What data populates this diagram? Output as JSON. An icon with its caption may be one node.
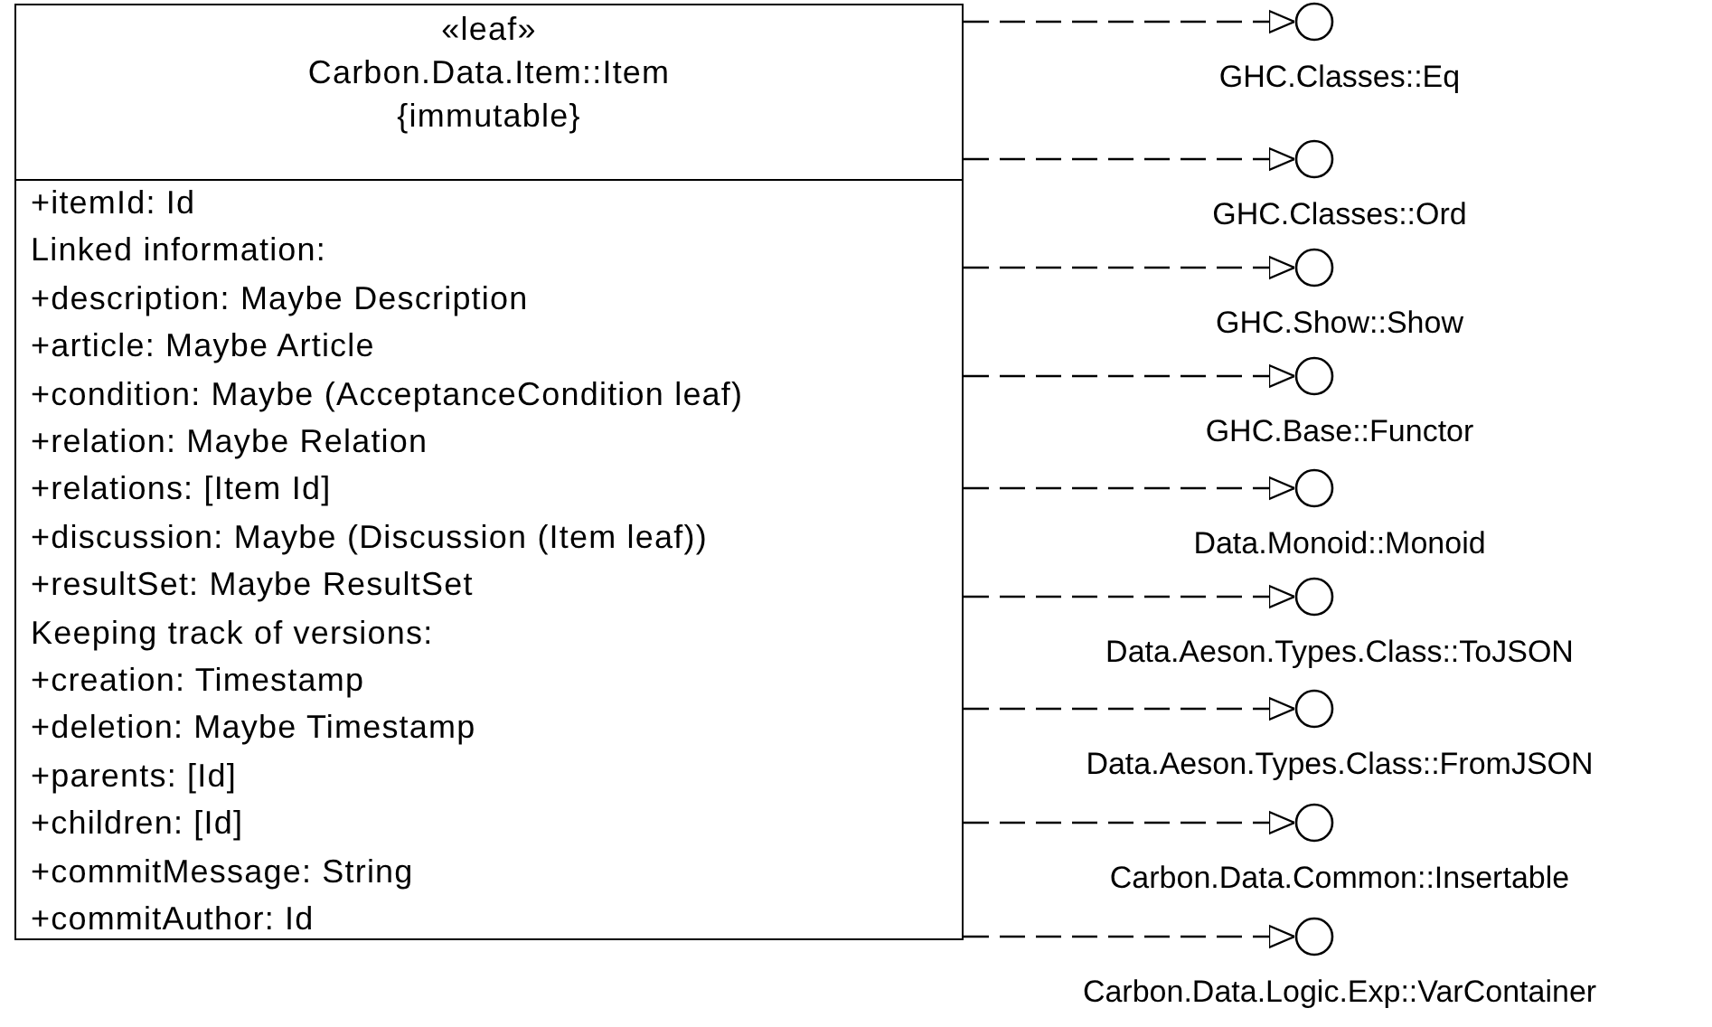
{
  "diagram": {
    "nodes": [
      {
        "text": [
          "«leaf»",
          "Carbon.Data.Item::Item",
          "{immutable}",
          "+itemId: Id",
          "Linked information:",
          "+description: Maybe Description",
          "+article: Maybe Article",
          "+condition: Maybe (AcceptanceCondition leaf)",
          "+relation: Maybe Relation",
          "+relations: [Item Id]",
          "+discussion: Maybe (Discussion (Item leaf))",
          "+resultSet: Maybe ResultSet",
          "Keeping track of versions:",
          "+creation: Timestamp",
          "+deletion: Maybe Timestamp",
          "+parents: [Id]",
          "+children: [Id]",
          "+commitMessage: String",
          "+commitAuthor: Id"
        ]
      },
      {
        "text": [],
        "shape": "circle",
        "beside": [
          "GHC.Classes::Eq"
        ]
      },
      {
        "text": [],
        "shape": "circle",
        "beside": [
          "GHC.Classes::Ord"
        ]
      },
      {
        "text": [],
        "shape": "circle",
        "beside": [
          "GHC.Show::Show"
        ]
      },
      {
        "text": [],
        "shape": "circle",
        "beside": [
          "GHC.Base::Functor"
        ]
      },
      {
        "text": [],
        "shape": "circle",
        "beside": [
          "Data.Monoid::Monoid"
        ]
      },
      {
        "text": [],
        "shape": "circle",
        "beside": [
          "Data.Aeson.Types.Class::ToJSON"
        ]
      },
      {
        "text": [],
        "shape": "circle",
        "beside": [
          "Data.Aeson.Types.Class::FromJSON"
        ]
      },
      {
        "text": [],
        "shape": "circle",
        "beside": [
          "Carbon.Data.Common::Insertable"
        ]
      },
      {
        "text": [],
        "shape": "circle",
        "beside": [
          "Carbon.Data.Logic.Exp::VarContainer"
        ]
      }
    ],
    "edges": [
      {
        "from": 0,
        "to": 1,
        "arrow": "to",
        "style": "dashed"
      },
      {
        "from": 0,
        "to": 2,
        "arrow": "to",
        "style": "dashed"
      },
      {
        "from": 0,
        "to": 3,
        "arrow": "to",
        "style": "dashed"
      },
      {
        "from": 0,
        "to": 4,
        "arrow": "to",
        "style": "dashed"
      },
      {
        "from": 0,
        "to": 5,
        "arrow": "to",
        "style": "dashed"
      },
      {
        "from": 0,
        "to": 6,
        "arrow": "to",
        "style": "dashed"
      },
      {
        "from": 0,
        "to": 7,
        "arrow": "to",
        "style": "dashed"
      },
      {
        "from": 0,
        "to": 8,
        "arrow": "to",
        "style": "dashed"
      },
      {
        "from": 0,
        "to": 9,
        "arrow": "to",
        "style": "dashed"
      }
    ]
  }
}
